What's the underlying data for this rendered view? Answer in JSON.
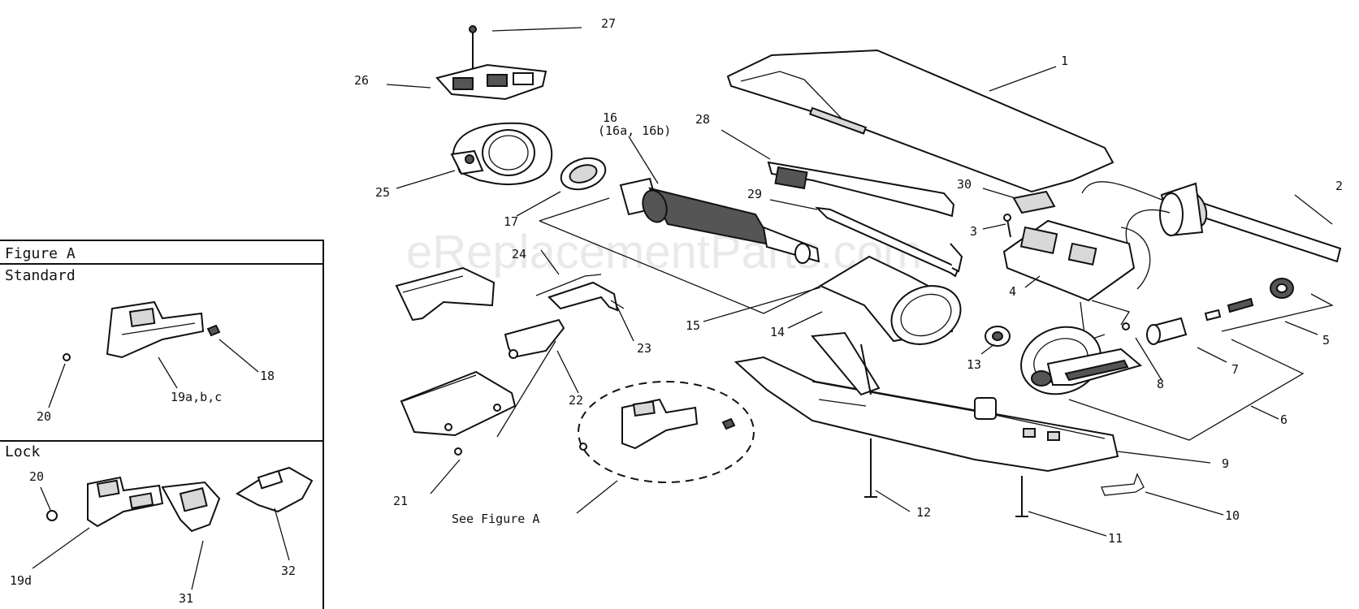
{
  "watermark": "eReplacementParts.com",
  "figure_box": {
    "title": "Figure A",
    "standard_label": "Standard",
    "lock_label": "Lock"
  },
  "callouts": {
    "c1": "1",
    "c2": "2",
    "c3": "3",
    "c4": "4",
    "c5": "5",
    "c6": "6",
    "c7": "7",
    "c8": "8",
    "c9": "9",
    "c10": "10",
    "c11": "11",
    "c12": "12",
    "c13": "13",
    "c14": "14",
    "c15": "15",
    "c16": "16",
    "c16b": "(16a, 16b)",
    "c17": "17",
    "c18": "18",
    "c19abc": "19a,b,c",
    "c19d": "19d",
    "c20a": "20",
    "c20b": "20",
    "c21": "21",
    "c22": "22",
    "c23": "23",
    "c24": "24",
    "c25": "25",
    "c26": "26",
    "c27": "27",
    "c28": "28",
    "c29": "29",
    "c30": "30",
    "c31": "31",
    "c32": "32",
    "see_figure": "See Figure A"
  }
}
